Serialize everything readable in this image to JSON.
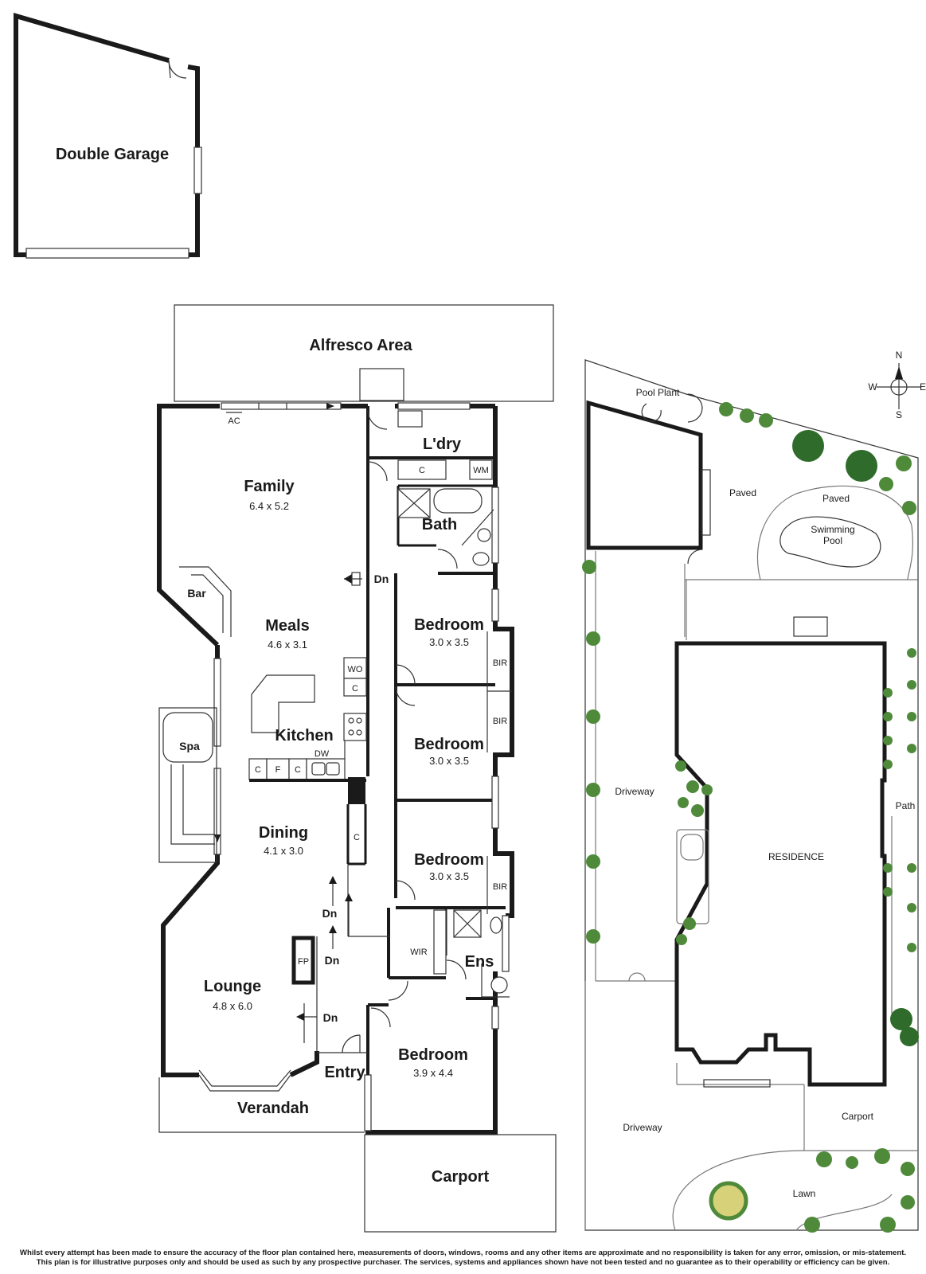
{
  "garage": {
    "label": "Double Garage"
  },
  "house": {
    "rooms": [
      {
        "id": "alfresco",
        "name": "Alfresco Area",
        "dims": ""
      },
      {
        "id": "family",
        "name": "Family",
        "dims": "6.4 x 5.2"
      },
      {
        "id": "meals",
        "name": "Meals",
        "dims": "4.6 x 3.1"
      },
      {
        "id": "kitchen",
        "name": "Kitchen",
        "dims": ""
      },
      {
        "id": "dining",
        "name": "Dining",
        "dims": "4.1 x 3.0"
      },
      {
        "id": "lounge",
        "name": "Lounge",
        "dims": "4.8 x 6.0"
      },
      {
        "id": "laundry",
        "name": "L'dry",
        "dims": ""
      },
      {
        "id": "bath",
        "name": "Bath",
        "dims": ""
      },
      {
        "id": "bed1",
        "name": "Bedroom",
        "dims": "3.0 x 3.5"
      },
      {
        "id": "bed2",
        "name": "Bedroom",
        "dims": "3.0 x 3.5"
      },
      {
        "id": "bed3",
        "name": "Bedroom",
        "dims": "3.0 x 3.5"
      },
      {
        "id": "bed4",
        "name": "Bedroom",
        "dims": "3.9 x 4.4"
      },
      {
        "id": "ens",
        "name": "Ens",
        "dims": ""
      },
      {
        "id": "entry",
        "name": "Entry",
        "dims": ""
      },
      {
        "id": "verandah",
        "name": "Verandah",
        "dims": ""
      },
      {
        "id": "carport",
        "name": "Carport",
        "dims": ""
      },
      {
        "id": "spa",
        "name": "Spa",
        "dims": ""
      }
    ],
    "fixtures": {
      "ac": "AC",
      "bar": "Bar",
      "wo": "WO",
      "c": "C",
      "f": "F",
      "dw": "DW",
      "wm": "WM",
      "bir": "BIR",
      "wir": "WIR",
      "fp": "FP",
      "dn": "Dn"
    }
  },
  "site": {
    "labels": {
      "pool_plant": "Pool Plant",
      "paved1": "Paved",
      "paved2": "Paved",
      "pool": "Swimming Pool",
      "driveway1": "Driveway",
      "residence": "RESIDENCE",
      "path": "Path",
      "driveway2": "Driveway",
      "carport": "Carport",
      "lawn": "Lawn"
    },
    "compass": {
      "n": "N",
      "s": "S",
      "e": "E",
      "w": "W"
    }
  },
  "disclaimer": {
    "line1": "Whilst every attempt has been made to ensure the accuracy of the floor plan contained here, measurements of doors, windows, rooms and any other items are approximate and no responsibility is taken for any error, omission, or mis-statement.",
    "line2": "This plan is for illustrative purposes only and should be used as such by any prospective purchaser. The services, systems and appliances shown have not been tested and no guarantee as to their operability or efficiency can be given."
  }
}
